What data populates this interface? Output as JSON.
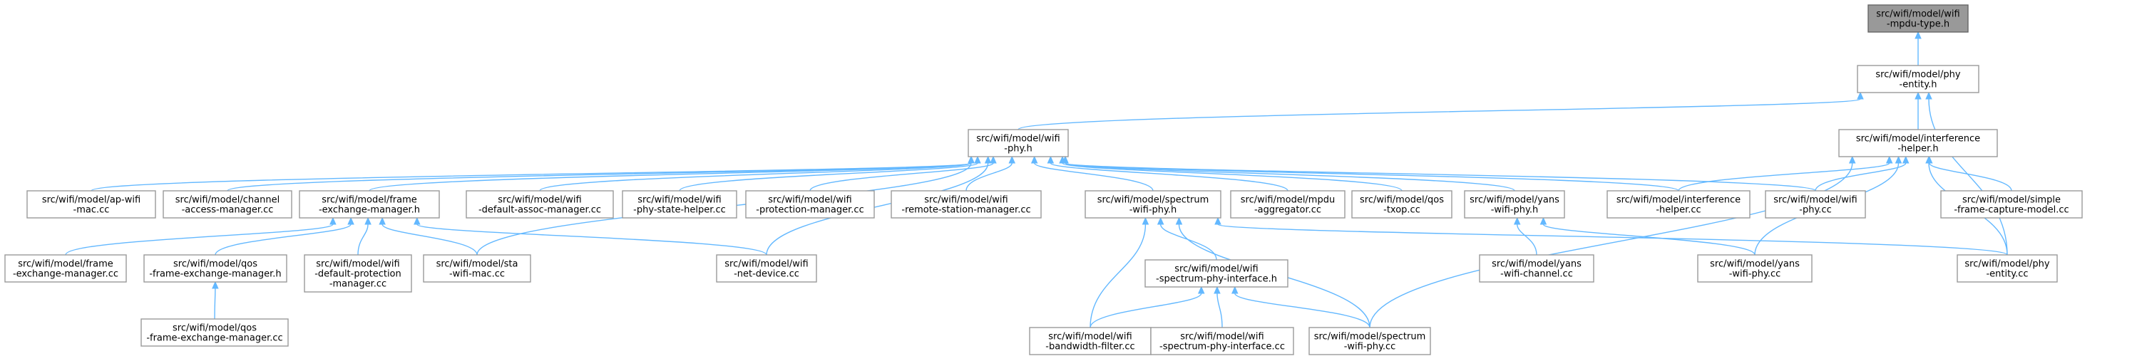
{
  "colors": {
    "node_border": "#999999",
    "root_fill": "#999999",
    "edge": "#63b8ff",
    "text": "#000000"
  },
  "graph": {
    "nodes": [
      {
        "id": "mpdu-type-h",
        "label": [
          "src/wifi/model/wifi",
          "-mpdu-type.h"
        ],
        "root": true
      },
      {
        "id": "phy-entity-h",
        "label": [
          "src/wifi/model/phy",
          "-entity.h"
        ]
      },
      {
        "id": "wifi-phy-h",
        "label": [
          "src/wifi/model/wifi",
          "-phy.h"
        ]
      },
      {
        "id": "interference-helper-h",
        "label": [
          "src/wifi/model/interference",
          "-helper.h"
        ]
      },
      {
        "id": "ap-wifi-mac-cc",
        "label": [
          "src/wifi/model/ap-wifi",
          "-mac.cc"
        ]
      },
      {
        "id": "channel-access-manager-cc",
        "label": [
          "src/wifi/model/channel",
          "-access-manager.cc"
        ]
      },
      {
        "id": "frame-exchange-manager-h",
        "label": [
          "src/wifi/model/frame",
          "-exchange-manager.h"
        ]
      },
      {
        "id": "default-assoc-manager-cc",
        "label": [
          "src/wifi/model/wifi",
          "-default-assoc-manager.cc"
        ]
      },
      {
        "id": "phy-state-helper-cc",
        "label": [
          "src/wifi/model/wifi",
          "-phy-state-helper.cc"
        ]
      },
      {
        "id": "protection-manager-cc",
        "label": [
          "src/wifi/model/wifi",
          "-protection-manager.cc"
        ]
      },
      {
        "id": "remote-station-manager-cc",
        "label": [
          "src/wifi/model/wifi",
          "-remote-station-manager.cc"
        ]
      },
      {
        "id": "spectrum-wifi-phy-h",
        "label": [
          "src/wifi/model/spectrum",
          "-wifi-phy.h"
        ]
      },
      {
        "id": "mpdu-aggregator-cc",
        "label": [
          "src/wifi/model/mpdu",
          "-aggregator.cc"
        ]
      },
      {
        "id": "qos-txop-cc",
        "label": [
          "src/wifi/model/qos",
          "-txop.cc"
        ]
      },
      {
        "id": "yans-wifi-phy-h",
        "label": [
          "src/wifi/model/yans",
          "-wifi-phy.h"
        ]
      },
      {
        "id": "interference-helper-cc",
        "label": [
          "src/wifi/model/interference",
          "-helper.cc"
        ]
      },
      {
        "id": "wifi-phy-cc",
        "label": [
          "src/wifi/model/wifi",
          "-phy.cc"
        ]
      },
      {
        "id": "simple-frame-capture-model-cc",
        "label": [
          "src/wifi/model/simple",
          "-frame-capture-model.cc"
        ]
      },
      {
        "id": "frame-exchange-manager-cc",
        "label": [
          "src/wifi/model/frame",
          "-exchange-manager.cc"
        ]
      },
      {
        "id": "qos-frame-exchange-manager-h",
        "label": [
          "src/wifi/model/qos",
          "-frame-exchange-manager.h"
        ]
      },
      {
        "id": "default-protection-manager-cc",
        "label": [
          "src/wifi/model/wifi",
          "-default-protection",
          "-manager.cc"
        ]
      },
      {
        "id": "sta-wifi-mac-cc",
        "label": [
          "src/wifi/model/sta",
          "-wifi-mac.cc"
        ]
      },
      {
        "id": "wifi-net-device-cc",
        "label": [
          "src/wifi/model/wifi",
          "-net-device.cc"
        ]
      },
      {
        "id": "wifi-spectrum-phy-interface-h",
        "label": [
          "src/wifi/model/wifi",
          "-spectrum-phy-interface.h"
        ]
      },
      {
        "id": "yans-wifi-channel-cc",
        "label": [
          "src/wifi/model/yans",
          "-wifi-channel.cc"
        ]
      },
      {
        "id": "yans-wifi-phy-cc",
        "label": [
          "src/wifi/model/yans",
          "-wifi-phy.cc"
        ]
      },
      {
        "id": "phy-entity-cc",
        "label": [
          "src/wifi/model/phy",
          "-entity.cc"
        ]
      },
      {
        "id": "qos-frame-exchange-manager-cc",
        "label": [
          "src/wifi/model/qos",
          "-frame-exchange-manager.cc"
        ]
      },
      {
        "id": "wifi-bandwidth-filter-cc",
        "label": [
          "src/wifi/model/wifi",
          "-bandwidth-filter.cc"
        ]
      },
      {
        "id": "wifi-spectrum-phy-interface-cc",
        "label": [
          "src/wifi/model/wifi",
          "-spectrum-phy-interface.cc"
        ]
      },
      {
        "id": "spectrum-wifi-phy-cc",
        "label": [
          "src/wifi/model/spectrum",
          "-wifi-phy.cc"
        ]
      }
    ],
    "edges": [
      {
        "from": "phy-entity-h",
        "to": "mpdu-type-h"
      },
      {
        "from": "wifi-phy-h",
        "to": "phy-entity-h"
      },
      {
        "from": "interference-helper-h",
        "to": "phy-entity-h"
      },
      {
        "from": "phy-entity-cc",
        "to": "phy-entity-h"
      },
      {
        "from": "ap-wifi-mac-cc",
        "to": "wifi-phy-h"
      },
      {
        "from": "channel-access-manager-cc",
        "to": "wifi-phy-h"
      },
      {
        "from": "frame-exchange-manager-h",
        "to": "wifi-phy-h"
      },
      {
        "from": "default-assoc-manager-cc",
        "to": "wifi-phy-h"
      },
      {
        "from": "phy-state-helper-cc",
        "to": "wifi-phy-h"
      },
      {
        "from": "protection-manager-cc",
        "to": "wifi-phy-h"
      },
      {
        "from": "remote-station-manager-cc",
        "to": "wifi-phy-h"
      },
      {
        "from": "spectrum-wifi-phy-h",
        "to": "wifi-phy-h"
      },
      {
        "from": "mpdu-aggregator-cc",
        "to": "wifi-phy-h"
      },
      {
        "from": "qos-txop-cc",
        "to": "wifi-phy-h"
      },
      {
        "from": "yans-wifi-phy-h",
        "to": "wifi-phy-h"
      },
      {
        "from": "interference-helper-cc",
        "to": "wifi-phy-h"
      },
      {
        "from": "wifi-phy-cc",
        "to": "wifi-phy-h"
      },
      {
        "from": "sta-wifi-mac-cc",
        "to": "wifi-phy-h"
      },
      {
        "from": "wifi-net-device-cc",
        "to": "wifi-phy-h"
      },
      {
        "from": "interference-helper-cc",
        "to": "interference-helper-h"
      },
      {
        "from": "wifi-phy-cc",
        "to": "interference-helper-h"
      },
      {
        "from": "simple-frame-capture-model-cc",
        "to": "interference-helper-h"
      },
      {
        "from": "yans-wifi-phy-cc",
        "to": "interference-helper-h"
      },
      {
        "from": "phy-entity-cc",
        "to": "interference-helper-h"
      },
      {
        "from": "spectrum-wifi-phy-cc",
        "to": "interference-helper-h"
      },
      {
        "from": "frame-exchange-manager-cc",
        "to": "frame-exchange-manager-h"
      },
      {
        "from": "qos-frame-exchange-manager-h",
        "to": "frame-exchange-manager-h"
      },
      {
        "from": "default-protection-manager-cc",
        "to": "frame-exchange-manager-h"
      },
      {
        "from": "sta-wifi-mac-cc",
        "to": "frame-exchange-manager-h"
      },
      {
        "from": "wifi-net-device-cc",
        "to": "frame-exchange-manager-h"
      },
      {
        "from": "qos-frame-exchange-manager-cc",
        "to": "qos-frame-exchange-manager-h"
      },
      {
        "from": "wifi-spectrum-phy-interface-h",
        "to": "spectrum-wifi-phy-h"
      },
      {
        "from": "wifi-bandwidth-filter-cc",
        "to": "spectrum-wifi-phy-h"
      },
      {
        "from": "spectrum-wifi-phy-cc",
        "to": "spectrum-wifi-phy-h"
      },
      {
        "from": "phy-entity-cc",
        "to": "spectrum-wifi-phy-h"
      },
      {
        "from": "wifi-bandwidth-filter-cc",
        "to": "wifi-spectrum-phy-interface-h"
      },
      {
        "from": "wifi-spectrum-phy-interface-cc",
        "to": "wifi-spectrum-phy-interface-h"
      },
      {
        "from": "spectrum-wifi-phy-cc",
        "to": "wifi-spectrum-phy-interface-h"
      },
      {
        "from": "yans-wifi-channel-cc",
        "to": "yans-wifi-phy-h"
      },
      {
        "from": "yans-wifi-phy-cc",
        "to": "yans-wifi-phy-h"
      }
    ]
  }
}
